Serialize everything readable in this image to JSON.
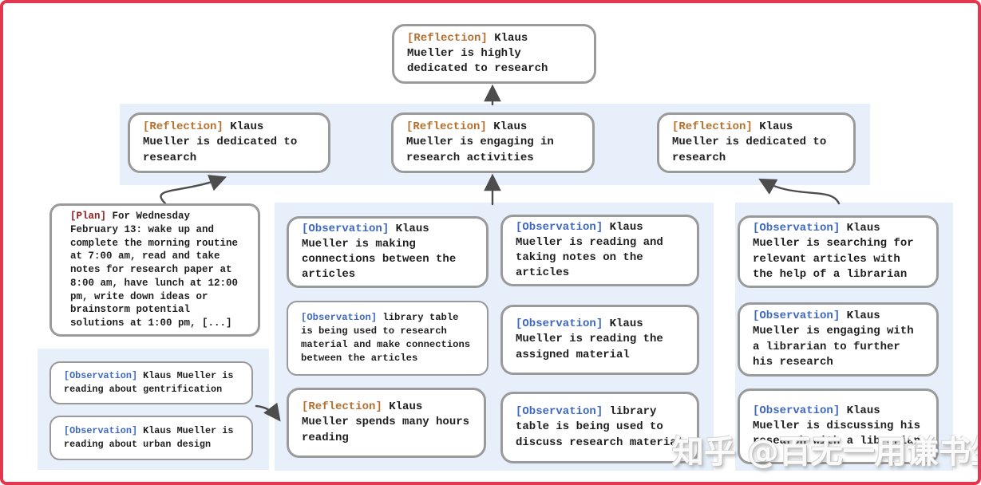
{
  "colors": {
    "reflection": "#b5702d",
    "observation": "#3e68c0",
    "plan": "#921f1f",
    "band": "#e6effa",
    "frame": "#e3364f",
    "arrow": "#4d4d4d",
    "node_border": "#9a9a9a",
    "text": "#1f1f1f"
  },
  "watermark": "知乎 @百无一用谦书生",
  "nodes": {
    "top": {
      "tag": "[Reflection]",
      "text": "Klaus Mueller is highly dedicated to research"
    },
    "row": [
      {
        "tag": "[Reflection]",
        "text": "Klaus Mueller is dedicated to research"
      },
      {
        "tag": "[Reflection]",
        "text": "Klaus Mueller is engaging in research activities"
      },
      {
        "tag": "[Reflection]",
        "text": "Klaus Mueller is dedicated to research"
      }
    ],
    "plan": {
      "tag": "[Plan]",
      "text": "For Wednesday February 13: wake up and complete the morning routine at 7:00 am, read and take notes for research paper at 8:00 am, have lunch at 12:00 pm, write down ideas or brainstorm potential solutions at 1:00 pm, [...]"
    },
    "left": [
      {
        "tag": "[Observation]",
        "text": "Klaus Mueller is reading about gentrification"
      },
      {
        "tag": "[Observation]",
        "text": "Klaus Mueller is reading about urban design"
      }
    ],
    "mid_col1": [
      {
        "tag": "[Observation]",
        "text": "Klaus Mueller is making connections between the articles"
      },
      {
        "tag": "[Observation]",
        "text": "library table is being used to research material and make connections between the articles"
      },
      {
        "tag": "[Reflection]",
        "text": "Klaus Mueller spends many hours reading"
      }
    ],
    "mid_col2": [
      {
        "tag": "[Observation]",
        "text": "Klaus Mueller is reading and taking notes on the articles"
      },
      {
        "tag": "[Observation]",
        "text": "Klaus Mueller is reading the assigned material"
      },
      {
        "tag": "[Observation]",
        "text": "library table is being used to discuss research material"
      }
    ],
    "right": [
      {
        "tag": "[Observation]",
        "text": "Klaus Mueller is searching for relevant articles with the help of a librarian"
      },
      {
        "tag": "[Observation]",
        "text": "Klaus Mueller is engaging with a librarian to further his research"
      },
      {
        "tag": "[Observation]",
        "text": "Klaus Mueller is discussing his research with a librarian"
      }
    ]
  }
}
